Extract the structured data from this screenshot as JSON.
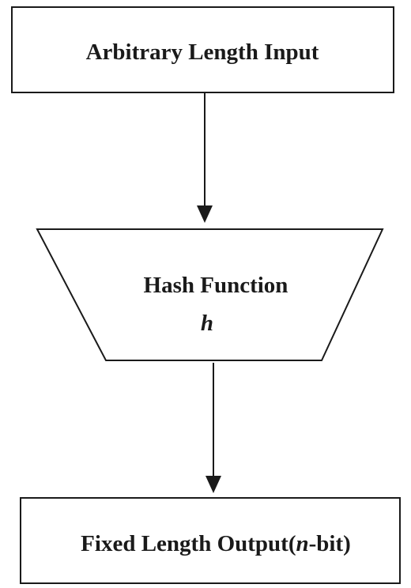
{
  "nodes": {
    "input": {
      "label": "Arbitrary Length Input"
    },
    "hash": {
      "label": "Hash Function",
      "symbol": "h"
    },
    "output": {
      "label_prefix": "Fixed Length Output(",
      "label_var": "n",
      "label_suffix": "-bit)"
    }
  },
  "edges": [
    {
      "from": "input",
      "to": "hash"
    },
    {
      "from": "hash",
      "to": "output"
    }
  ]
}
